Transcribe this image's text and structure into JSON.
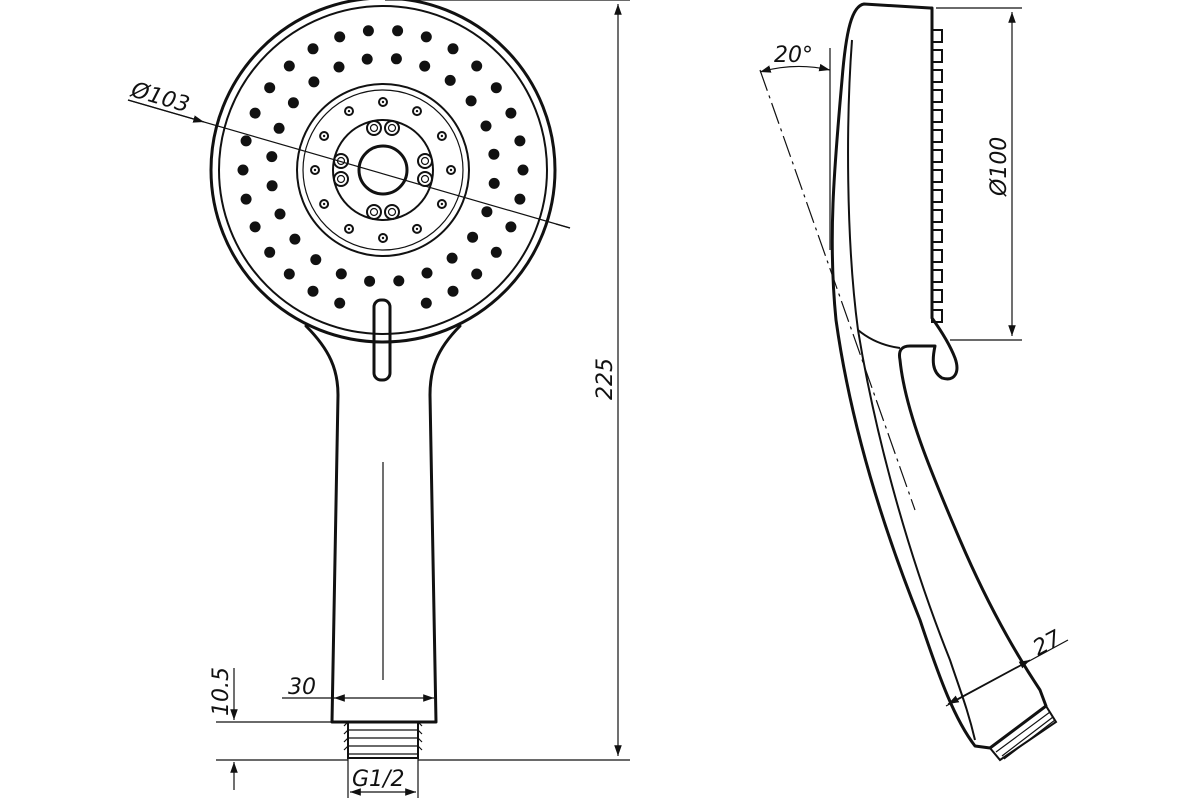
{
  "dimensions": {
    "face_diameter": "Ø103",
    "head_diameter": "Ø100",
    "total_length": "225",
    "tilt_angle": "20°",
    "connector_height": "10.5",
    "handle_width": "30",
    "thread": "G1/2",
    "side_handle_width": "27"
  }
}
